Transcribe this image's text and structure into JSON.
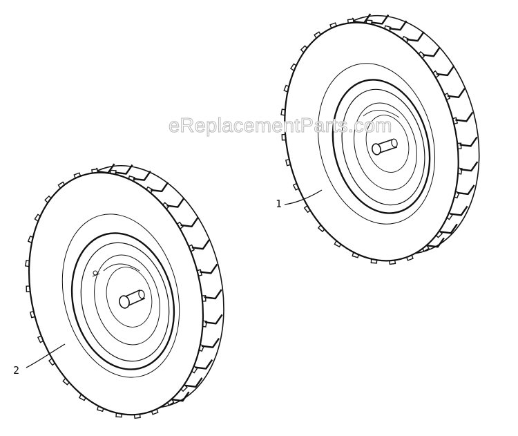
{
  "diagram": {
    "watermark": "eReplacementParts.com",
    "callouts": [
      {
        "id": "1",
        "label": "1"
      },
      {
        "id": "2",
        "label": "2"
      }
    ],
    "parts": [
      {
        "callout": "1",
        "name": "wheel-assembly-rear"
      },
      {
        "callout": "2",
        "name": "wheel-assembly-front"
      }
    ],
    "colors": {
      "line": "#111111",
      "background": "#ffffff",
      "watermark_outline": "#b9b9b9"
    }
  }
}
